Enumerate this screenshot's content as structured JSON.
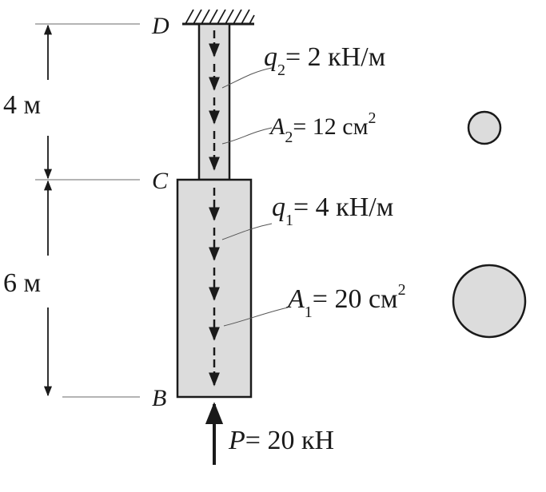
{
  "points": {
    "D": "D",
    "C": "C",
    "B": "B"
  },
  "dimensions": {
    "upper": "4 м",
    "lower": "6 м"
  },
  "upper_segment": {
    "load_symbol": "q",
    "load_sub": "2",
    "load_value": "= 2 кН/м",
    "area_symbol": "A",
    "area_sub": "2",
    "area_value": "= 12 см",
    "area_exp": "2"
  },
  "lower_segment": {
    "load_symbol": "q",
    "load_sub": "1",
    "load_value": "= 4 кН/м",
    "area_symbol": "A",
    "area_sub": "1",
    "area_value": "= 20 см",
    "area_exp": "2"
  },
  "force": {
    "symbol": "P",
    "value": "= 20 кН"
  },
  "colors": {
    "fill": "#dcdcdc",
    "stroke": "#1a1a1a"
  }
}
